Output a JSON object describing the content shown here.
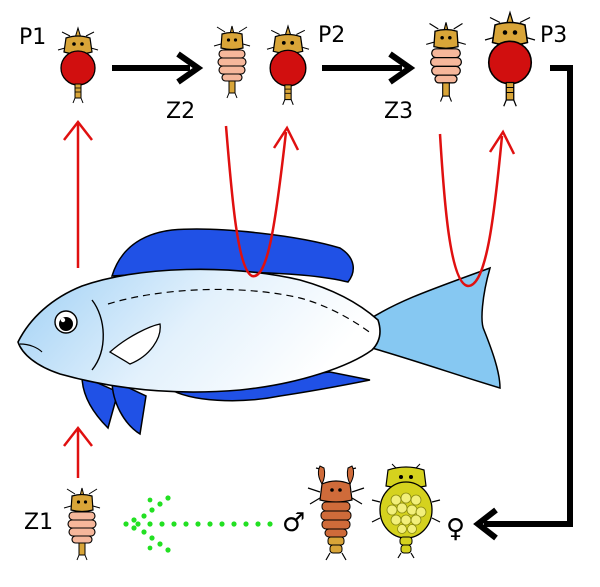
{
  "labels": {
    "p1": "P1",
    "p2": "P2",
    "p3": "P3",
    "z1": "Z1",
    "z2": "Z2",
    "z3": "Z3",
    "male": "♂",
    "female": "♀"
  },
  "colors": {
    "adult_body": "#d10f0f",
    "copepodid_body": "#f6b79b",
    "head": "#d9a538",
    "fish_light": "#c9e6fb",
    "fish_fin": "#2051e6",
    "tail": "#86c8f2",
    "infection_arrow": "#e01010",
    "cycle_arrow": "#000000",
    "dispersal_dots": "#22e022",
    "egg_female": "#d5d21e",
    "male_body": "#cf6b3a"
  },
  "icons": [
    "louse-parasite-icon",
    "fish-host-icon",
    "male-symbol",
    "female-symbol"
  ]
}
